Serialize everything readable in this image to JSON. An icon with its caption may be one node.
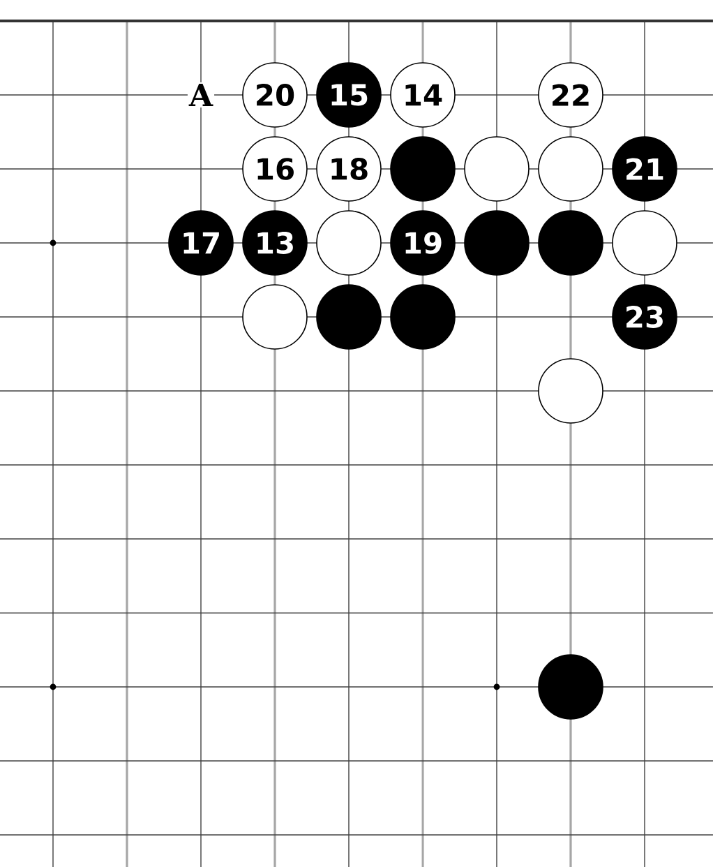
{
  "diagram": {
    "nodes": [
      {
        "text": [
          "20"
        ]
      },
      {
        "text": [
          "15"
        ]
      },
      {
        "text": [
          "14"
        ]
      },
      {
        "text": [
          "22"
        ]
      },
      {
        "text": [
          "16"
        ]
      },
      {
        "text": [
          "18"
        ]
      },
      {
        "text": [],
        "shape": "circle"
      },
      {
        "text": [],
        "shape": "circle"
      },
      {
        "text": [],
        "shape": "circle"
      },
      {
        "text": [
          "21"
        ]
      },
      {
        "text": [
          "17"
        ]
      },
      {
        "text": [
          "13"
        ]
      },
      {
        "text": [],
        "shape": "circle"
      },
      {
        "text": [
          "19"
        ]
      },
      {
        "text": [],
        "shape": "circle"
      },
      {
        "text": [],
        "shape": "circle"
      },
      {
        "text": [],
        "shape": "circle"
      },
      {
        "text": [],
        "shape": "circle"
      },
      {
        "text": [],
        "shape": "circle"
      },
      {
        "text": [],
        "shape": "circle"
      },
      {
        "text": [
          "23"
        ]
      },
      {
        "text": [],
        "shape": "circle"
      },
      {
        "text": [],
        "shape": "circle"
      }
    ],
    "labels": [
      "A"
    ]
  }
}
